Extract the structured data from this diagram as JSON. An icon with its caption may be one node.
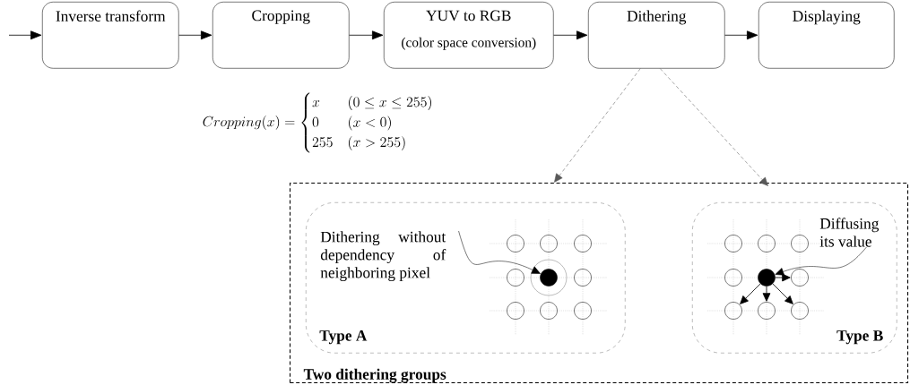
{
  "diagram": {
    "nodes": [
      {
        "text": [
          "Inverse transform"
        ]
      },
      {
        "text": [
          "Cropping"
        ]
      },
      {
        "text": [
          "YUV to RGB",
          "(color space conversion)"
        ]
      },
      {
        "text": [
          "Dithering"
        ]
      },
      {
        "text": [
          "Displaying"
        ]
      },
      {
        "text": [
          "Two dithering groups"
        ]
      },
      {
        "text": [
          "Type A"
        ],
        "in": 5
      },
      {
        "text": [
          "Dithering without dependency of neighboring pixel"
        ],
        "in": 6
      },
      {
        "text": [],
        "shape": "circle",
        "in": 6
      },
      {
        "text": [],
        "shape": "circle",
        "in": 6
      },
      {
        "text": [],
        "shape": "circle",
        "in": 6
      },
      {
        "text": [],
        "shape": "circle",
        "in": 6
      },
      {
        "text": [],
        "shape": "dot",
        "in": 6
      },
      {
        "text": [],
        "shape": "circle",
        "in": 6
      },
      {
        "text": [],
        "shape": "circle",
        "in": 6
      },
      {
        "text": [],
        "shape": "circle",
        "in": 6
      },
      {
        "text": [],
        "shape": "circle",
        "in": 6
      },
      {
        "text": [
          "Type B"
        ],
        "in": 5
      },
      {
        "text": [
          "Diffusing its value"
        ],
        "in": 17
      },
      {
        "text": [],
        "shape": "circle",
        "in": 17
      },
      {
        "text": [],
        "shape": "circle",
        "in": 17
      },
      {
        "text": [],
        "shape": "circle",
        "in": 17
      },
      {
        "text": [],
        "shape": "circle",
        "in": 17
      },
      {
        "text": [],
        "shape": "dot",
        "in": 17
      },
      {
        "text": [],
        "shape": "circle",
        "in": 17
      },
      {
        "text": [],
        "shape": "circle",
        "in": 17
      },
      {
        "text": [],
        "shape": "circle",
        "in": 17
      },
      {
        "text": [],
        "shape": "circle",
        "in": 17
      }
    ],
    "edges": [
      {
        "from": null,
        "to": 0,
        "arrow": "to"
      },
      {
        "from": 0,
        "to": 1,
        "arrow": "to"
      },
      {
        "from": 1,
        "to": 2,
        "arrow": "to"
      },
      {
        "from": 2,
        "to": 3,
        "arrow": "to"
      },
      {
        "from": 3,
        "to": 4,
        "arrow": "to"
      },
      {
        "from": 3,
        "to": 5,
        "arrow": "to",
        "style": "dashed"
      },
      {
        "from": 3,
        "to": 5,
        "arrow": "to",
        "style": "dashed"
      },
      {
        "from": 7,
        "to": 12,
        "arrow": "to"
      },
      {
        "from": 18,
        "to": 23,
        "arrow": "to"
      },
      {
        "from": 23,
        "to": 24,
        "arrow": "to"
      },
      {
        "from": 23,
        "to": 25,
        "arrow": "to"
      },
      {
        "from": 23,
        "to": 26,
        "arrow": "to"
      },
      {
        "from": 23,
        "to": 27,
        "arrow": "to"
      }
    ],
    "labels": [
      "Cropping(x) = \\begin{cases} x & (0 \\le x \\le 255) \\\\ 0 & (x < 0) \\\\ 255 & (x > 255) \\end{cases}"
    ]
  }
}
